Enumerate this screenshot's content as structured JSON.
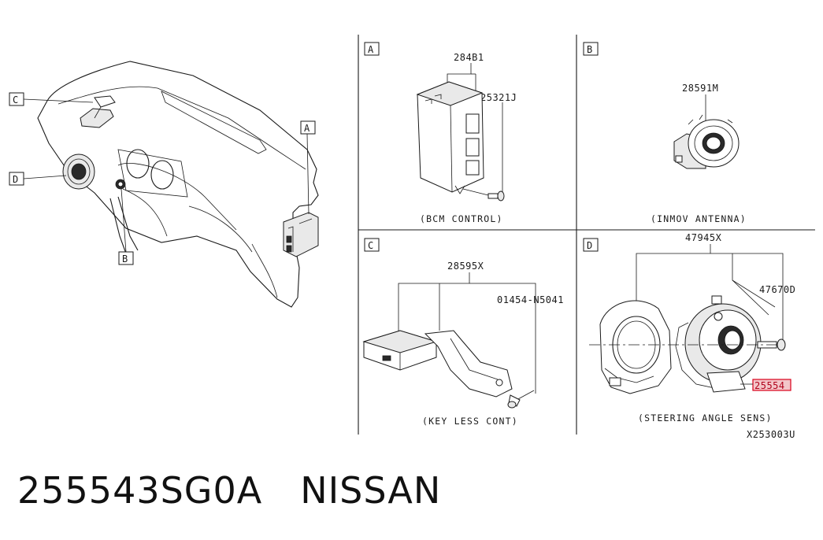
{
  "diagram": {
    "callouts": [
      "A",
      "B",
      "C",
      "D"
    ],
    "panels": {
      "A": {
        "letter": "A",
        "parts": [
          "284B1",
          "25321J"
        ],
        "caption": "(BCM CONTROL)"
      },
      "B": {
        "letter": "B",
        "parts": [
          "28591M"
        ],
        "caption": "(INMOV ANTENNA)"
      },
      "C": {
        "letter": "C",
        "parts": [
          "28595X",
          "01454-N5041"
        ],
        "caption": "(KEY LESS CONT)"
      },
      "D": {
        "letter": "D",
        "parts": [
          "47945X",
          "47670D"
        ],
        "highlight_part": "25554",
        "caption": "(STEERING ANGLE SENS)"
      }
    },
    "drawing_code": "X253003U"
  },
  "footer": {
    "part_number": "255543SG0A",
    "brand": "NISSAN"
  },
  "colors": {
    "line": "#1a1a1a",
    "highlight": "#d9001b",
    "highlight_fill": "#f3c6c9"
  }
}
